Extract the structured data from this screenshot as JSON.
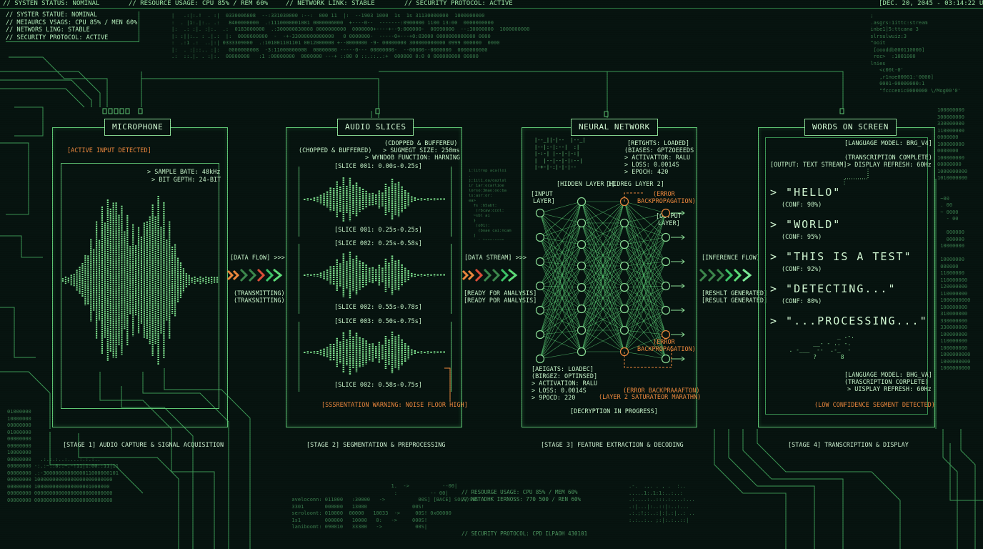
{
  "topbar": {
    "system_status": "// SYSTEN STATUS: NOMINAL",
    "resource": "// RESOURCE USAGE: CPU 85% / REM 60%",
    "network": "// NETWORK LINK: STABLE",
    "security": "// SECURITY PROTOCOL: ACTIVE",
    "datetime": "[DEC. 20, 2045 - 03:14:22 UTC]"
  },
  "status_box": {
    "line1": "// SYSTER STATUE: NOMINAL",
    "line2": "// MEIAURCS VSAGS: CPU 85% / MEN 60%",
    "line3": "// NETWORS LING: STABLE",
    "line4": "// SECURITY PROTOCOL: ACTIVE"
  },
  "stage1": {
    "title": "MICROPHONE",
    "active": "[ACTIVE INPUT DETECTED]",
    "sample_rate": "> SAMPLE BATE: 48kHz",
    "bit_depth": "> BIT GEPTH: 24-BIT",
    "caption": "[STAGE 1] AUDIO CAPTURE & SIGNAL ACQUISITION"
  },
  "flow1": {
    "label": "[DATA FLOW] >>>",
    "sub1": "(TRANSMITTING)",
    "sub2": "(TRAKSNITTING)"
  },
  "stage2": {
    "title": "AUDIO SLICES",
    "chopped_left": "(CHOPPED & BUFFERED)",
    "chopped_right": "(CDOPPED & BUFFEREU)",
    "segment_size": "> SUGMEGT SIZE: 250ms",
    "window_fn": "> WYNDOB FUNCTION: HARNING",
    "slices": [
      {
        "top": "[SLICE 001: 0.00s-0.25s]",
        "bottom": "[SLICE 001: 0.25s-0.25s]"
      },
      {
        "top": "[SLICE 002: 0.25s-0.58s]",
        "bottom": "[SLICE 002: 0.55s-0.78s]"
      },
      {
        "top": "[SLICE 003: 0.50s-0.75s]",
        "bottom": "[SLICE 002: 0.58s-0.75s]"
      }
    ],
    "warning": "[SSSRENTATION WARNING: NOISE FLOOR HIGH]",
    "caption": "[STAGE 2] SEGMENTATION & PREPROCESSING"
  },
  "flow2": {
    "label": "[DATA STREAM] >>>",
    "sub1": "[READY FOR ANALYSIS]",
    "sub2": "[READY POR ANALYSIS]"
  },
  "stage3": {
    "title": "NEURAL NETWORK",
    "weights": "[RETGHTS: LOADED]",
    "biases": "(BIASES: GPTZOEEEDS",
    "activation": "> ACTIVATTOR: RALU",
    "loss": "> LOSS: 0.0014S",
    "epoch": "> EPOCH: 420",
    "hidden1": "[HIDDEN LAYER 1]",
    "hidden2": "[HIDREG LAYER 2]",
    "input_layer1": "[INPUT",
    "input_layer2": "LAYER]",
    "output_layer1": "[OUTPUT",
    "output_layer2": "LAYER]",
    "error_top1": "(ERROR",
    "error_top2": "BACKPROPAGATION)",
    "error_mid1": "(ERROR",
    "error_mid2": "BACKPROPAGATION)",
    "error_bottom": "(ERROR BACKPRAAAFTON)",
    "saturation": "(LAYER 2 SATURATEOR MARATHN)",
    "w2": "[AEIGATS: LOADEC]",
    "b2": "(BIRGEZ: OPTINSED]",
    "a2": "> ACTIVATION: RALU",
    "l2": "> LOSS: 0.0014S",
    "e2": "> 9POCD: 220",
    "decryption": "[DECRYPTION IN PROGRESS]",
    "caption": "[STAGE 3] FEATURE EXTRACTION & DECODING"
  },
  "flow3": {
    "label": "[INFERENCE FLOW]",
    "sub1": "[RESHLT GENERATED]",
    "sub2": "[RESULT GENERATED]"
  },
  "stage4": {
    "title": "WORDS ON SCREEN",
    "lang": "[LANGUAGE MODEL: BRG_V4]",
    "trans": "(TRANSCRIPTION COMPLETE)",
    "refresh": "> DISPLAY REFRESH: 60Hz",
    "output": "[OUTPUT: TEXT STREAM]",
    "words": [
      {
        "text": "> \"HELLO\"",
        "conf": "(CONF: 98%)"
      },
      {
        "text": "> \"WORLD\"",
        "conf": "(CONF: 95%)"
      },
      {
        "text": "> \"THIS IS A TEST\"",
        "conf": "(CONF: 92%)"
      },
      {
        "text": "> \"DETECTING...\"",
        "conf": "(CONF: 80%)"
      },
      {
        "text": "> \"...PROCESSING...\"",
        "conf": ""
      }
    ],
    "lang2": "[LANGUAGE MODEL: BHG_VA]",
    "trans2": "(TRASCRIPTION CORPLETE)",
    "refresh2": "> UISPLAY REFRESH: 60Hz",
    "low_conf": "(LOW CONFIDENCE SEGMENT DETECTED)",
    "caption": "[STAGE 4] TRANSCRIPTION & DISPLAY"
  },
  "bottom": {
    "resource": "// RESOURGE USAGE: CPU 85% / MEM 60%",
    "network": "// NETADHK IERNOSS: 770 500 / REN 60%",
    "security": "// SECURITY PROTOCOL: CPD ILPAOH 430101",
    "base": "00S] [BACE] SOCE)S6S"
  }
}
